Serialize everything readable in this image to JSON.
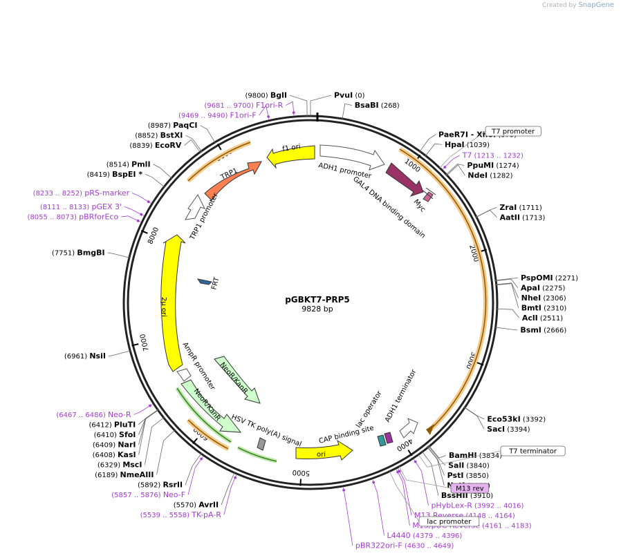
{
  "credit": {
    "prefix": "Created by",
    "brand": "SnapGene"
  },
  "plasmid": {
    "name": "pGBKT7-PRP5",
    "length": "9828 bp",
    "total": 9828
  },
  "ticks": [
    {
      "bp": 1000,
      "label": "1000"
    },
    {
      "bp": 2000,
      "label": "2000"
    },
    {
      "bp": 3000,
      "label": "3000"
    },
    {
      "bp": 4000,
      "label": "4000"
    },
    {
      "bp": 5000,
      "label": "5000"
    },
    {
      "bp": 6000,
      "label": "6000"
    },
    {
      "bp": 7000,
      "label": "7000"
    },
    {
      "bp": 8000,
      "label": "8000"
    },
    {
      "bp": 9000,
      "label": "9000"
    }
  ],
  "enzymes": [
    {
      "name": "PvuI",
      "pos": "(0)",
      "bp": 0,
      "side": "right"
    },
    {
      "name": "BsaBI",
      "pos": "(268)",
      "bp": 268,
      "side": "right"
    },
    {
      "name": "PaeR7I",
      "extra": "- XhoI",
      "pos": "(979)",
      "bp": 979,
      "side": "right"
    },
    {
      "name": "HpaI",
      "pos": "(1039)",
      "bp": 1039,
      "side": "right"
    },
    {
      "name": "PpuMI",
      "pos": "(1274)",
      "bp": 1274,
      "side": "right"
    },
    {
      "name": "NdeI",
      "pos": "(1282)",
      "bp": 1282,
      "side": "right"
    },
    {
      "name": "ZraI",
      "pos": "(1711)",
      "bp": 1711,
      "side": "right"
    },
    {
      "name": "AatII",
      "pos": "(1713)",
      "bp": 1713,
      "side": "right"
    },
    {
      "name": "PspOMI",
      "pos": "(2271)",
      "bp": 2271,
      "side": "right"
    },
    {
      "name": "ApaI",
      "pos": "(2275)",
      "bp": 2275,
      "side": "right"
    },
    {
      "name": "NheI",
      "pos": "(2306)",
      "bp": 2306,
      "side": "right"
    },
    {
      "name": "BmtI",
      "pos": "(2310)",
      "bp": 2310,
      "side": "right"
    },
    {
      "name": "AclI",
      "pos": "(2511)",
      "bp": 2511,
      "side": "right"
    },
    {
      "name": "BsmI",
      "pos": "(2666)",
      "bp": 2666,
      "side": "right"
    },
    {
      "name": "Eco53kI",
      "pos": "(3392)",
      "bp": 3392,
      "side": "right"
    },
    {
      "name": "SacI",
      "pos": "(3394)",
      "bp": 3394,
      "side": "right"
    },
    {
      "name": "BamHI",
      "pos": "(3834)",
      "bp": 3834,
      "side": "right"
    },
    {
      "name": "SalI",
      "pos": "(3840)",
      "bp": 3840,
      "side": "right"
    },
    {
      "name": "PstI",
      "pos": "(3850)",
      "bp": 3850,
      "side": "right"
    },
    {
      "name": "NotI",
      "pos": "(3852)",
      "bp": 3852,
      "side": "right"
    },
    {
      "name": "BssHII",
      "pos": "(3910)",
      "bp": 3910,
      "side": "right"
    },
    {
      "name": "AvrII",
      "pos": "(5570)",
      "bp": 5570,
      "side": "left"
    },
    {
      "name": "RsrII",
      "pos": "(5892)",
      "bp": 5892,
      "side": "left"
    },
    {
      "name": "NmeAIII",
      "pos": "(6189)",
      "bp": 6189,
      "side": "left"
    },
    {
      "name": "MscI",
      "pos": "(6329)",
      "bp": 6329,
      "side": "left"
    },
    {
      "name": "KasI",
      "pos": "(6408)",
      "bp": 6408,
      "side": "left"
    },
    {
      "name": "NarI",
      "pos": "(6409)",
      "bp": 6409,
      "side": "left"
    },
    {
      "name": "SfoI",
      "pos": "(6410)",
      "bp": 6410,
      "side": "left"
    },
    {
      "name": "PluTI",
      "pos": "(6412)",
      "bp": 6412,
      "side": "left"
    },
    {
      "name": "NsiI",
      "pos": "(6961)",
      "bp": 6961,
      "side": "left"
    },
    {
      "name": "BmgBI",
      "pos": "(7751)",
      "bp": 7751,
      "side": "left"
    },
    {
      "name": "BspEI",
      "extra": "*",
      "pos": "(8419)",
      "bp": 8419,
      "side": "left"
    },
    {
      "name": "PmlI",
      "pos": "(8514)",
      "bp": 8514,
      "side": "left"
    },
    {
      "name": "EcoRV",
      "pos": "(8839)",
      "bp": 8839,
      "side": "left"
    },
    {
      "name": "BstXI",
      "pos": "(8852)",
      "bp": 8852,
      "side": "left"
    },
    {
      "name": "PaqCI",
      "pos": "(8987)",
      "bp": 8987,
      "side": "left"
    },
    {
      "name": "BglI",
      "pos": "(9800)",
      "bp": 9800,
      "side": "left"
    }
  ],
  "primers": [
    {
      "name": "F1ori-R",
      "range": "(9681 .. 9700)",
      "bp": 9690,
      "side": "left"
    },
    {
      "name": "F1ori-F",
      "range": "(9469 .. 9490)",
      "bp": 9480,
      "side": "left"
    },
    {
      "name": "T7",
      "range": "(1213 .. 1232)",
      "bp": 1222,
      "side": "right"
    },
    {
      "name": "pRS-marker",
      "range": "(8233 .. 8252)",
      "bp": 8242,
      "side": "left"
    },
    {
      "name": "pGEX 3'",
      "range": "(8111 .. 8133)",
      "bp": 8122,
      "side": "left"
    },
    {
      "name": "pBRforEco",
      "range": "(8055 .. 8073)",
      "bp": 8064,
      "side": "left"
    },
    {
      "name": "pHybLex-R",
      "range": "(3992 .. 4016)",
      "bp": 4004,
      "side": "right"
    },
    {
      "name": "M13 Reverse",
      "range": "(4148 .. 4164)",
      "bp": 4156,
      "side": "right"
    },
    {
      "name": "M13/pUC Reverse",
      "range": "(4161 .. 4183)",
      "bp": 4172,
      "side": "right"
    },
    {
      "name": "L4440",
      "range": "(4379 .. 4396)",
      "bp": 4387,
      "side": "right"
    },
    {
      "name": "pBR322ori-F",
      "range": "(4630 .. 4649)",
      "bp": 4640,
      "side": "right"
    },
    {
      "name": "Neo-R",
      "range": "(6467 .. 6486)",
      "bp": 6476,
      "side": "left"
    },
    {
      "name": "Neo-F",
      "range": "(5857 .. 5876)",
      "bp": 5866,
      "side": "left"
    },
    {
      "name": "TK-pA-R",
      "range": "(5539 .. 5558)",
      "bp": 5548,
      "side": "left"
    }
  ],
  "boxed_features": [
    {
      "name": "T7 promoter",
      "bp": 1195
    },
    {
      "name": "T7 terminator",
      "bp": 3950
    },
    {
      "name": "M13 rev",
      "bp": 4140,
      "highlight": true
    },
    {
      "name": "lac promoter",
      "bp": 4230
    }
  ],
  "features": [
    {
      "name": "f1 ori",
      "color": "#ffff00"
    },
    {
      "name": "ADH1 promoter",
      "color": "#ffffff"
    },
    {
      "name": "GAL4 DNA binding domain",
      "color": "#993366"
    },
    {
      "name": "Myc",
      "color": "#cc6699"
    },
    {
      "name": "ADH1 terminator",
      "color": "#ffffff"
    },
    {
      "name": "lac operator",
      "color": "#339999"
    },
    {
      "name": "CAP binding site",
      "color": "#339999"
    },
    {
      "name": "ori",
      "color": "#ffff00"
    },
    {
      "name": "HSV TK poly(A) signal",
      "color": "#999999"
    },
    {
      "name": "NeoR/KanR",
      "color": "#ccffcc"
    },
    {
      "name": "AmpR promoter",
      "color": "#ffffff"
    },
    {
      "name": "2μ ori",
      "color": "#ffff00"
    },
    {
      "name": "FRT",
      "color": "#336699"
    },
    {
      "name": "TRP1 promoter",
      "color": "#ffffff"
    },
    {
      "name": "TRP1",
      "color": "#ff7f50"
    }
  ],
  "colors": {
    "backbone": "#222222",
    "primer": "#a33ad0",
    "orange_arc": "#ff9900",
    "green_arc": "#33cc33"
  }
}
